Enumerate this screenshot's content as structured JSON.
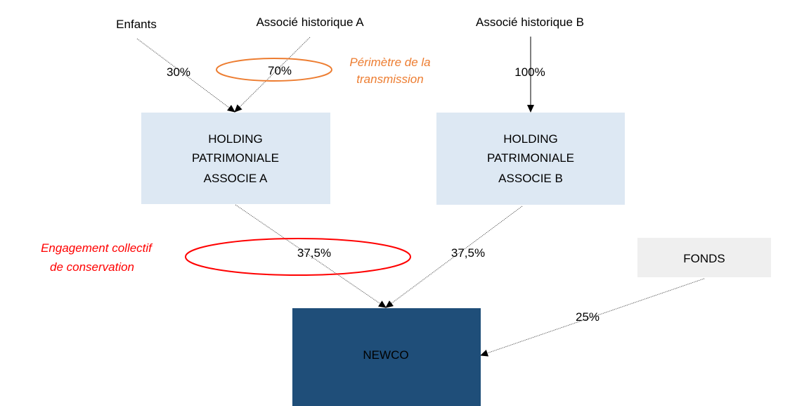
{
  "nodes": {
    "enfants": "Enfants",
    "associe_a": "Associé historique A",
    "associe_b": "Associé historique B",
    "holding_a": [
      "HOLDING",
      "PATRIMONIALE",
      "ASSOCIE A"
    ],
    "holding_b": [
      "HOLDING",
      "PATRIMONIALE",
      "ASSOCIE B"
    ],
    "fonds": "FONDS",
    "newco": "NEWCO"
  },
  "percentages": {
    "enfants_to_holding_a": "30%",
    "associe_a_to_holding_a": "70%",
    "associe_b_to_holding_b": "100%",
    "holding_a_to_newco": "37,5%",
    "holding_b_to_newco": "37,5%",
    "fonds_to_newco": "25%"
  },
  "annotations": {
    "perimetre": [
      "Périmètre de la",
      "transmission"
    ],
    "engagement": [
      "Engagement collectif",
      "de conservation"
    ]
  },
  "colors": {
    "holding_box": "#dde8f3",
    "fonds_box": "#efefef",
    "newco_box": "#1f4e79",
    "newco_text": "#ffffff",
    "perimetre": "#ed7d31",
    "engagement": "#ff0000"
  }
}
